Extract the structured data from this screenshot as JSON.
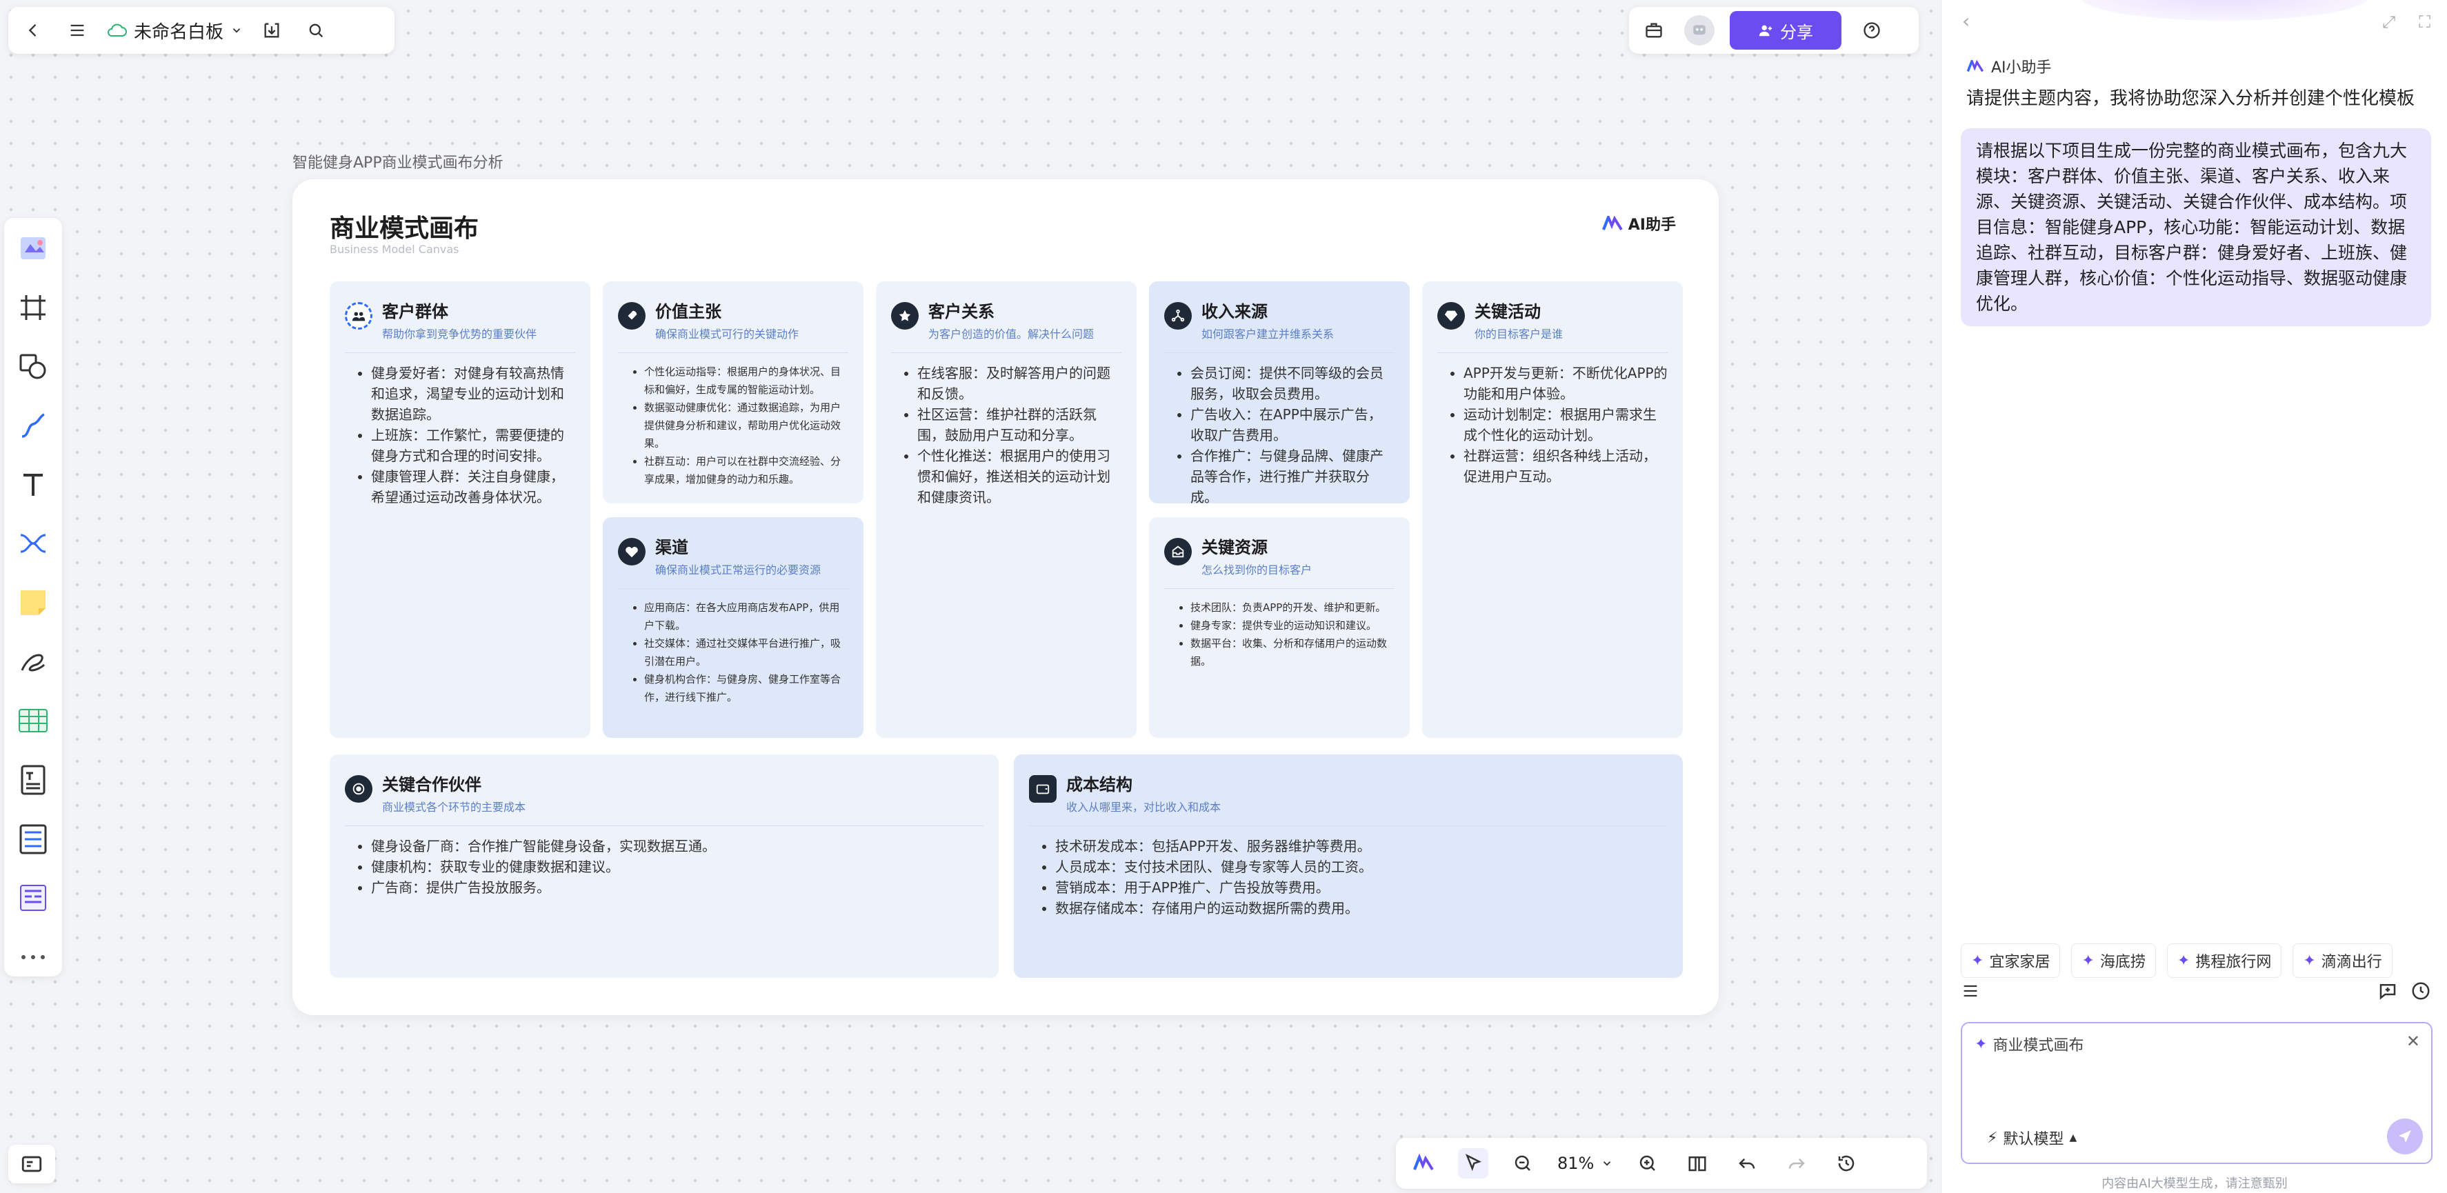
{
  "topbar": {
    "board_title": "未命名白板"
  },
  "share": {
    "label": "分享"
  },
  "frame": {
    "label": "智能健身APP商业模式画布分析",
    "title": "商业模式画布",
    "subtitle": "Business Model Canvas",
    "ai_badge": "AI助手"
  },
  "cards": {
    "customers": {
      "title": "客户群体",
      "sub": "帮助你拿到竞争优势的重要伙伴",
      "items": [
        "健身爱好者：对健身有较高热情和追求，渴望专业的运动计划和数据追踪。",
        "上班族：工作繁忙，需要便捷的健身方式和合理的时间安排。",
        "健康管理人群：关注自身健康，希望通过运动改善身体状况。"
      ]
    },
    "value": {
      "title": "价值主张",
      "sub": "确保商业模式可行的关键动作",
      "items": [
        "个性化运动指导：根据用户的身体状况、目标和偏好，生成专属的智能运动计划。",
        "数据驱动健康优化：通过数据追踪，为用户提供健身分析和建议，帮助用户优化运动效果。",
        "社群互动：用户可以在社群中交流经验、分享成果，增加健身的动力和乐趣。"
      ]
    },
    "relations": {
      "title": "客户关系",
      "sub": "为客户创造的价值。解决什么问题",
      "items": [
        "在线客服：及时解答用户的问题和反馈。",
        "社区运营：维护社群的活跃氛围，鼓励用户互动和分享。",
        "个性化推送：根据用户的使用习惯和偏好，推送相关的运动计划和健康资讯。"
      ]
    },
    "revenue": {
      "title": "收入来源",
      "sub": "如何跟客户建立并维系关系",
      "items": [
        "会员订阅：提供不同等级的会员服务，收取会员费用。",
        "广告收入：在APP中展示广告，收取广告费用。",
        "合作推广：与健身品牌、健康产品等合作，进行推广并获取分成。"
      ]
    },
    "activities": {
      "title": "关键活动",
      "sub": "你的目标客户是谁",
      "items": [
        "APP开发与更新：不断优化APP的功能和用户体验。",
        "运动计划制定：根据用户需求生成个性化的运动计划。",
        "社群运营：组织各种线上活动，促进用户互动。"
      ]
    },
    "channels": {
      "title": "渠道",
      "sub": "确保商业模式正常运行的必要资源",
      "items": [
        "应用商店：在各大应用商店发布APP，供用户下载。",
        "社交媒体：通过社交媒体平台进行推广，吸引潜在用户。",
        "健身机构合作：与健身房、健身工作室等合作，进行线下推广。"
      ]
    },
    "resources": {
      "title": "关键资源",
      "sub": "怎么找到你的目标客户",
      "items": [
        "技术团队：负责APP的开发、维护和更新。",
        "健身专家：提供专业的运动知识和建议。",
        "数据平台：收集、分析和存储用户的运动数据。"
      ]
    },
    "partners": {
      "title": "关键合作伙伴",
      "sub": "商业模式各个环节的主要成本",
      "items": [
        "健身设备厂商：合作推广智能健身设备，实现数据互通。",
        "健康机构：获取专业的健康数据和建议。",
        "广告商：提供广告投放服务。"
      ]
    },
    "costs": {
      "title": "成本结构",
      "sub": "收入从哪里来，对比收入和成本",
      "items": [
        "技术研发成本：包括APP开发、服务器维护等费用。",
        "人员成本：支付技术团队、健身专家等人员的工资。",
        "营销成本：用于APP推广、广告投放等费用。",
        "数据存储成本：存储用户的运动数据所需的费用。"
      ]
    }
  },
  "bottom_bar": {
    "zoom": "81%"
  },
  "panel": {
    "assistant_name": "AI小助手",
    "assistant_msg": "请提供主题内容，我将协助您深入分析并创建个性化模板",
    "user_msg": "请根据以下项目生成一份完整的商业模式画布，包含九大模块：客户群体、价值主张、渠道、客户关系、收入来源、关键资源、关键活动、关键合作伙伴、成本结构。项目信息：智能健身APP，核心功能：智能运动计划、数据追踪、社群互动，目标客户群：健身爱好者、上班族、健康管理人群，核心价值：个性化运动指导、数据驱动健康优化。",
    "chips": [
      "宜家家居",
      "海底捞",
      "携程旅行网",
      "滴滴出行"
    ],
    "input_chip": "商业模式画布",
    "model": "默认模型",
    "disclaimer": "内容由AI大模型生成，请注意甄别"
  },
  "colors": {
    "accent": "#6a4cf0",
    "card_light": "#eef3fb",
    "card_dark": "#dfe8f8",
    "bubble": "#e9e4ff"
  }
}
